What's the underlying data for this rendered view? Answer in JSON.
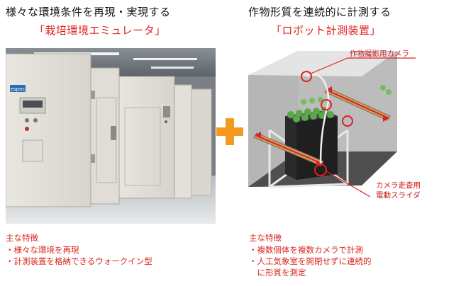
{
  "left": {
    "title": "様々な環境条件を再現・実現する",
    "subtitle": "「栽培環境エミュレータ」",
    "photo": {
      "brand": "espec"
    },
    "features": {
      "heading": "主な特徴",
      "items": [
        "・様々な環境を再現",
        "・計測装置を格納できるウォークイン型"
      ]
    }
  },
  "plus": {
    "symbol": "+",
    "color": "#f39a1e"
  },
  "right": {
    "title": "作物形質を連続的に計測する",
    "subtitle": "「ロボット計測装置」",
    "callouts": {
      "camera": "作物撮影用カメラ",
      "slider_line1": "カメラ走査用",
      "slider_line2": "電動スライダ"
    },
    "features": {
      "heading": "主な特徴",
      "items": [
        "・複数個体を複数カメラで計測",
        "・人工気象室を開閉せずに連続的",
        "　に形質を測定"
      ]
    }
  },
  "colors": {
    "accent_red": "#e02020",
    "plus_orange": "#f39a1e",
    "slider_tan": "#c8a06a"
  }
}
